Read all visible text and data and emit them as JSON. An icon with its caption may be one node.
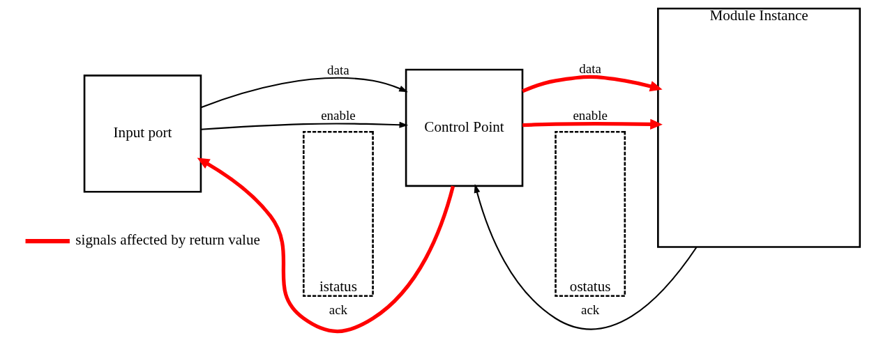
{
  "diagram": {
    "nodes": [
      {
        "text": [
          "Input port"
        ]
      },
      {
        "text": [
          "Control Point"
        ]
      },
      {
        "text": [
          "Module Instance"
        ]
      },
      {
        "text": [
          "istatus"
        ]
      },
      {
        "text": [
          "ostatus"
        ]
      }
    ],
    "edges": [
      {
        "from": 0,
        "to": 1,
        "arrow": "to",
        "label": "data"
      },
      {
        "from": 0,
        "to": 1,
        "arrow": "to",
        "label": "enable"
      },
      {
        "from": 1,
        "to": 0,
        "arrow": "to",
        "label": "ack",
        "style": "thick",
        "color": "#ff0000"
      },
      {
        "from": 1,
        "to": 2,
        "arrow": "to",
        "label": "data",
        "style": "thick",
        "color": "#ff0000"
      },
      {
        "from": 1,
        "to": 2,
        "arrow": "to",
        "label": "enable",
        "style": "thick",
        "color": "#ff0000"
      },
      {
        "from": 2,
        "to": 1,
        "arrow": "to",
        "label": "ack"
      }
    ],
    "legend": [
      {
        "text": "signals affected by return value"
      }
    ]
  }
}
